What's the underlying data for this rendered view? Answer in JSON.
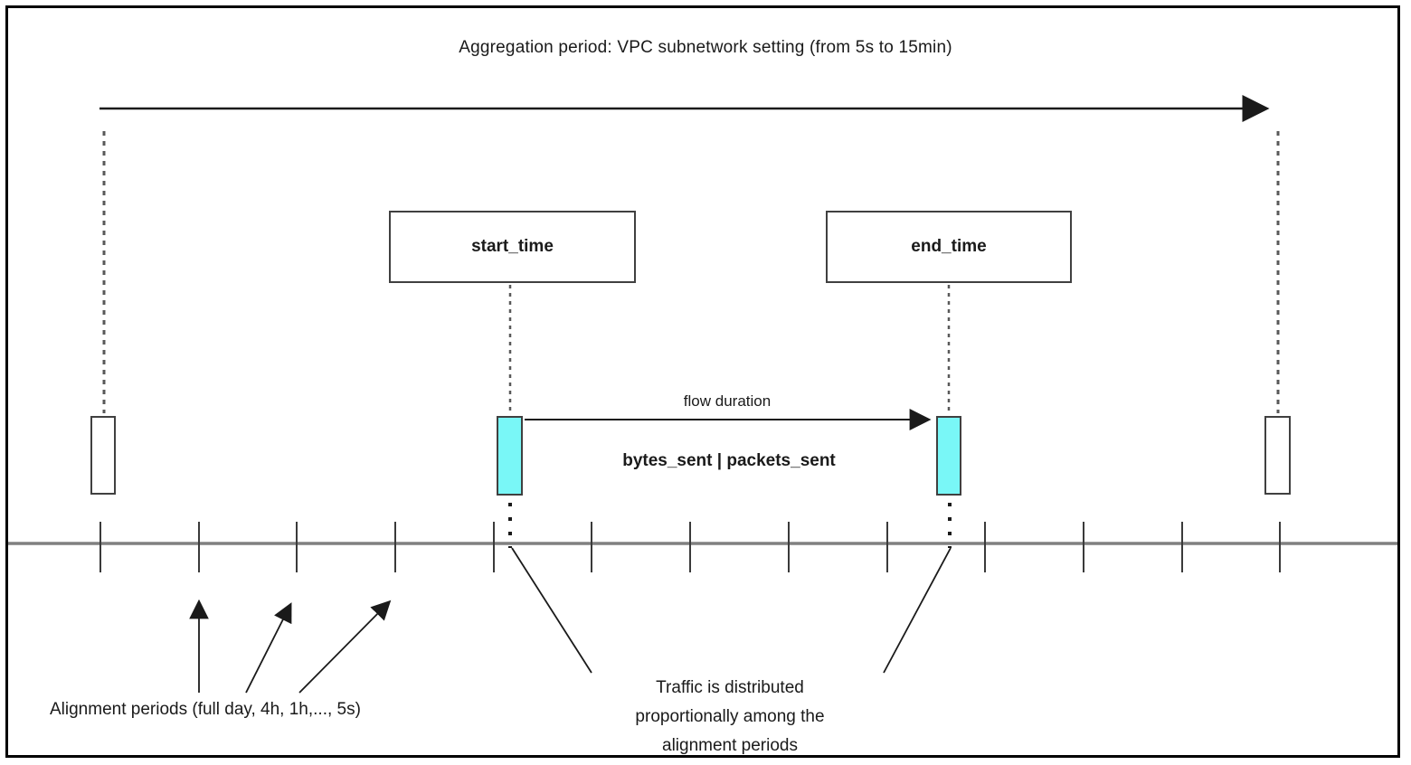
{
  "title": "Aggregation period: VPC subnetwork setting (from 5s to 15min)",
  "boxes": {
    "start_time": "start_time",
    "end_time": "end_time"
  },
  "labels": {
    "flow_duration": "flow duration",
    "metrics": "bytes_sent | packets_sent",
    "alignment_periods": "Alignment periods (full day, 4h, 1h,..., 5s)",
    "traffic_note": "Traffic is distributed proportionally among the alignment periods"
  },
  "icons": {
    "arrowhead": "right-pointing triangle"
  },
  "colors": {
    "highlight": "#79f7f7",
    "timeline": "#808080",
    "line": "#1a1a1a",
    "border": "#404040",
    "dash": "#595959"
  }
}
